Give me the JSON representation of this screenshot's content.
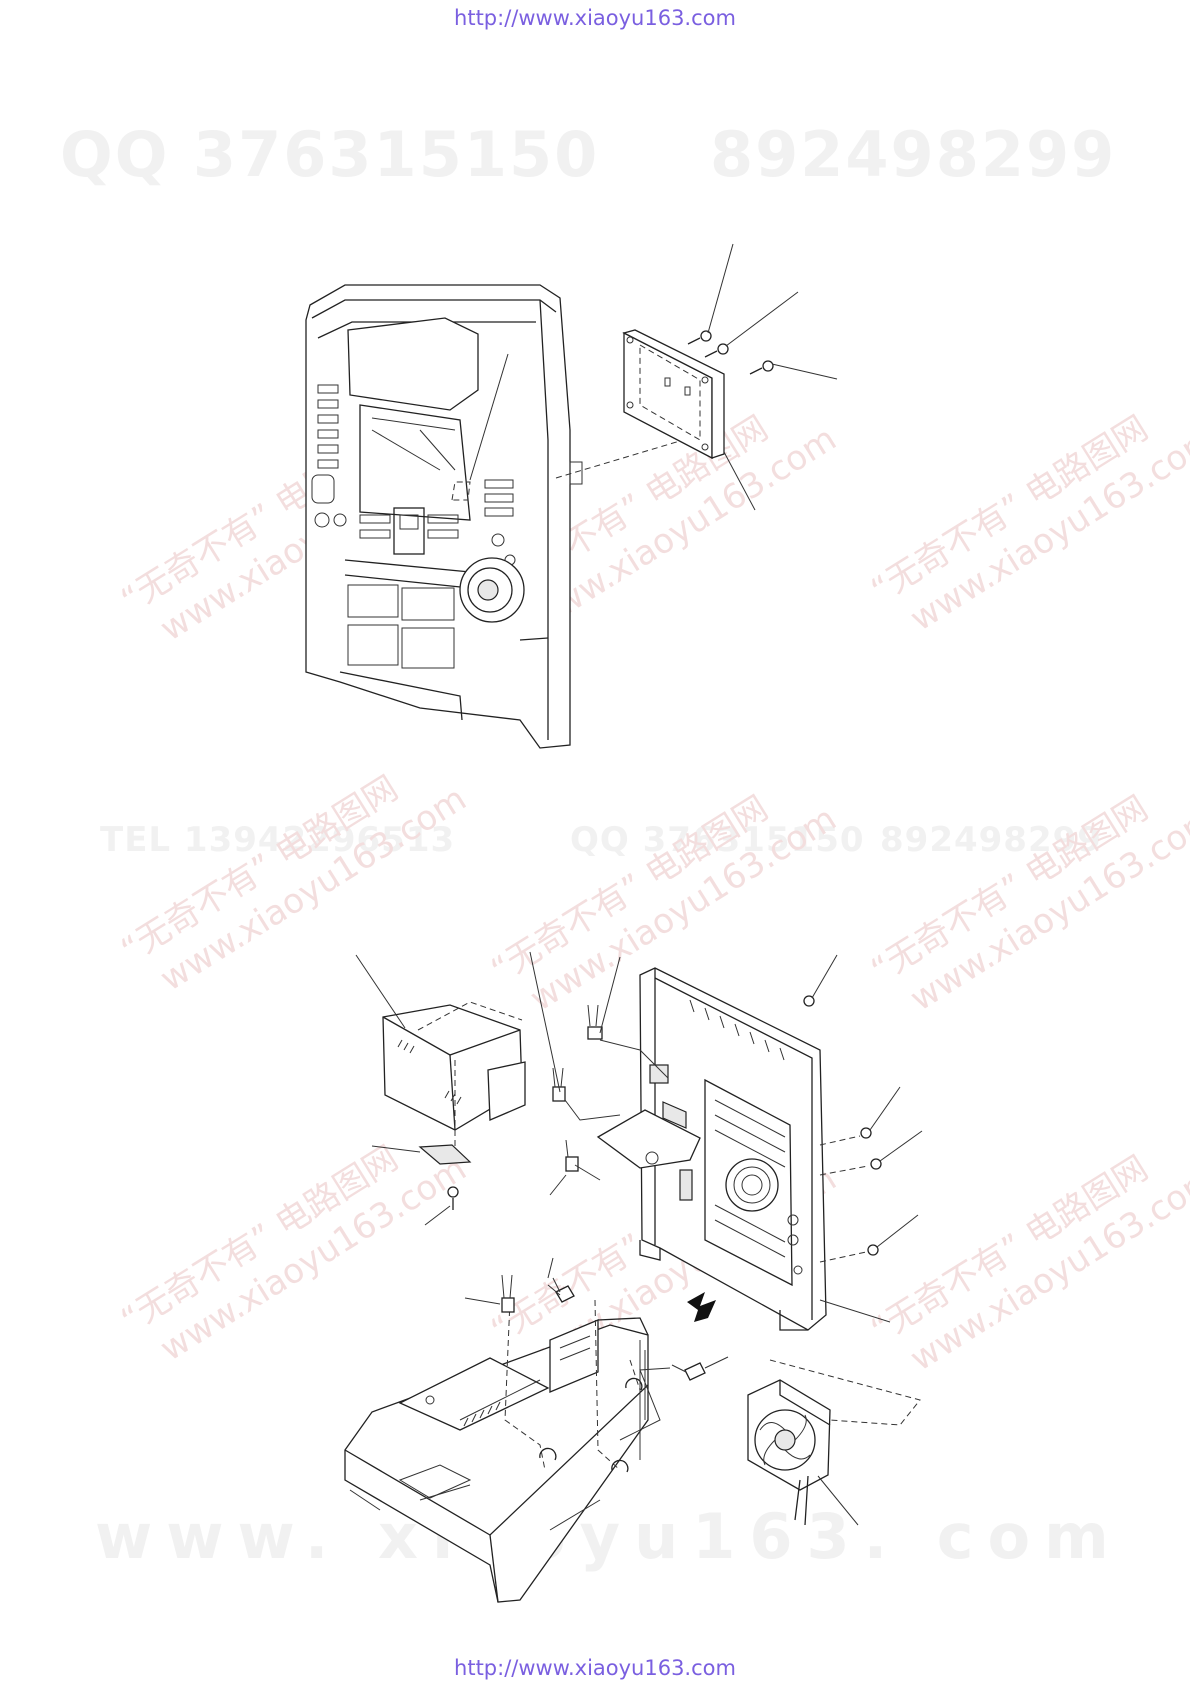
{
  "header": {
    "url": "http://www.xiaoyu163.com"
  },
  "footer": {
    "url": "http://www.xiaoyu163.com"
  },
  "watermarks": {
    "qq_top": "QQ 376315150",
    "qq_top_2": "892498299",
    "tel_mid": "TEL 13942296513",
    "qq_mid": "QQ 376315150",
    "qq_mid_2": "892498299",
    "www_bottom": "www. xiaoyu163. com",
    "stamp_line1": "“无奇不有” 电路图网",
    "stamp_line2": "www.xiaoyu163.com"
  }
}
